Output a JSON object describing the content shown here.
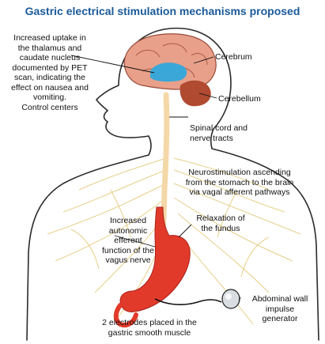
{
  "title": "Gastric electrical stimulation mechanisms proposed",
  "labels": {
    "thalamus": [
      "Increased uptake in",
      "the thalamus and",
      "caudate nucleus",
      "documented by PET",
      "scan, indicating the",
      "effect on nausea and",
      "vomiting.",
      "Control centers"
    ],
    "cerebrum": [
      "Cerebrum"
    ],
    "cerebellum": [
      "Cerebellum"
    ],
    "spinal": [
      "Spinal cord and",
      "nerve tracts"
    ],
    "neurostim": [
      "Neurostimulation ascending",
      "from the stomach to the brain",
      "via vagal afferent pathways"
    ],
    "autonomic": [
      "Increased",
      "autonomic",
      "efferent",
      "function of the",
      "vagus nerve"
    ],
    "fundus": [
      "Relaxation of",
      "the fundus"
    ],
    "generator": [
      "Abdominal wall impulse",
      "generator"
    ],
    "electrodes": [
      "2 electrodes placed in the",
      "gastric smooth muscle"
    ]
  },
  "colors": {
    "title": "#1a5a9a",
    "outline": "#2b2b2b",
    "nerves": "#e8cf8a",
    "spinal_cord": "#f4d8a8",
    "brain": "#e8a08a",
    "thalamus": "#3aa7d8",
    "cerebellum": "#b04a30",
    "stomach": "#e23a2a"
  }
}
